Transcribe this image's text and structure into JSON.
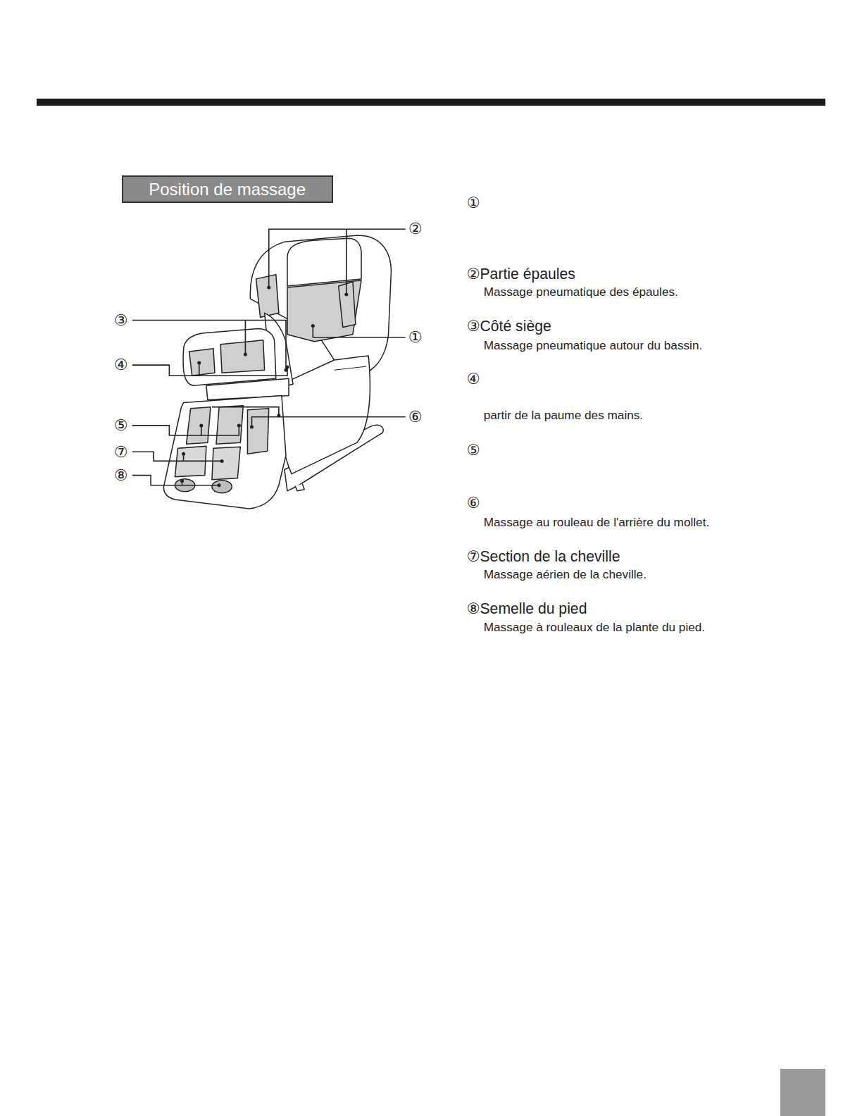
{
  "diagram": {
    "nodes": [
      {
        "text": [
          "Position de massage"
        ]
      }
    ],
    "labels": [
      "②",
      "③",
      "①",
      "④",
      "⑥",
      "⑤",
      "⑦",
      "⑧",
      "①",
      "②Partie épaules",
      "Massage pneumatique des épaules.",
      "③Côté siège",
      "Massage pneumatique autour du bassin.",
      "④",
      "partir de la paume des mains.",
      "⑤",
      "⑥",
      "Massage au rouleau de l'arrière du mollet.",
      "⑦Section de la cheville",
      "Massage aérien de la cheville.",
      "⑧Semelle du pied",
      "Massage à rouleaux de la plante du pied."
    ]
  }
}
